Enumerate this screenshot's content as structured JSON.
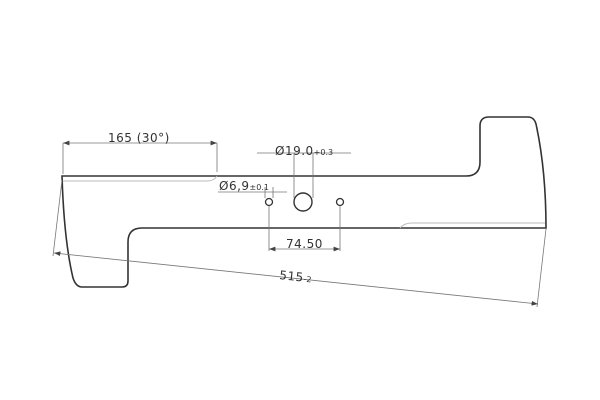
{
  "drawing": {
    "part": "mower-blade",
    "dimensions": {
      "bevel_length": "165 (30°)",
      "center_hole": "Ø19.0",
      "center_hole_tol": "+0.3",
      "small_hole": "Ø6,9",
      "small_hole_tol": "±0.1",
      "hole_spacing": "74.50",
      "overall_length": "515",
      "overall_length_tol": "-2"
    },
    "colors": {
      "outline": "#333333",
      "dim_line": "#777777",
      "edge": "#bbbbbb"
    }
  }
}
